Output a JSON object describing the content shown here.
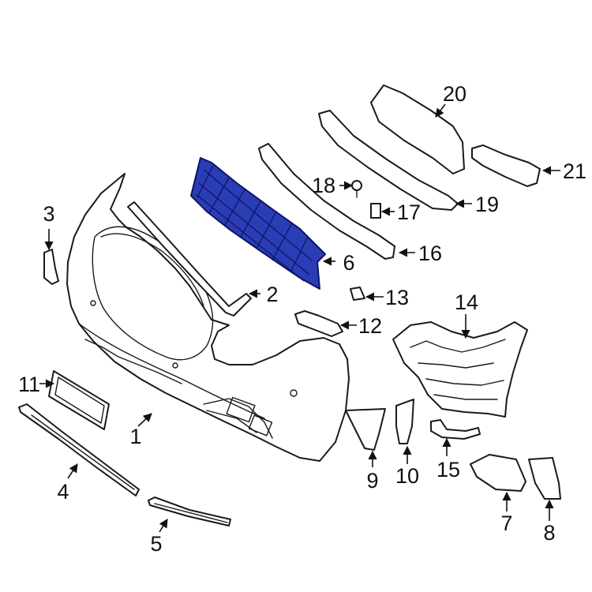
{
  "highlight_color": "#2b3db5",
  "callouts": [
    {
      "id": "1",
      "label": "1"
    },
    {
      "id": "2",
      "label": "2"
    },
    {
      "id": "3",
      "label": "3"
    },
    {
      "id": "4",
      "label": "4"
    },
    {
      "id": "5",
      "label": "5"
    },
    {
      "id": "6",
      "label": "6"
    },
    {
      "id": "7",
      "label": "7"
    },
    {
      "id": "8",
      "label": "8"
    },
    {
      "id": "9",
      "label": "9"
    },
    {
      "id": "10",
      "label": "10"
    },
    {
      "id": "11",
      "label": "11"
    },
    {
      "id": "12",
      "label": "12"
    },
    {
      "id": "13",
      "label": "13"
    },
    {
      "id": "14",
      "label": "14"
    },
    {
      "id": "15",
      "label": "15"
    },
    {
      "id": "16",
      "label": "16"
    },
    {
      "id": "17",
      "label": "17"
    },
    {
      "id": "18",
      "label": "18"
    },
    {
      "id": "19",
      "label": "19"
    },
    {
      "id": "20",
      "label": "20"
    },
    {
      "id": "21",
      "label": "21"
    }
  ]
}
